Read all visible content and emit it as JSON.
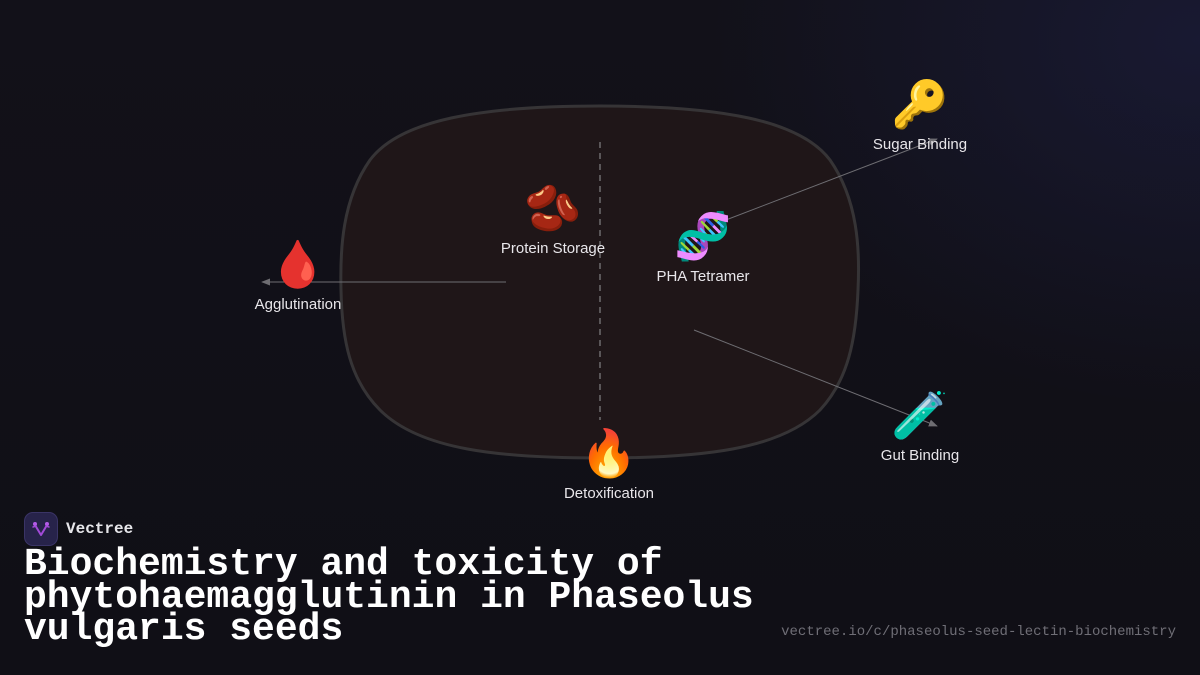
{
  "diagram": {
    "center_node": {
      "shape": "rounded-blob",
      "fill": "#1f1618",
      "stroke": "#363436"
    },
    "nodes": [
      {
        "id": "protein-storage",
        "icon": "beans-icon",
        "emoji": "🫘",
        "label": "Protein Storage"
      },
      {
        "id": "pha-tetramer",
        "icon": "dna-icon",
        "emoji": "🧬",
        "label": "PHA Tetramer"
      },
      {
        "id": "agglutination",
        "icon": "drop-of-blood-icon",
        "emoji": "🩸",
        "label": "Agglutination"
      },
      {
        "id": "sugar-binding",
        "icon": "key-icon",
        "emoji": "🔑",
        "label": "Sugar Binding"
      },
      {
        "id": "gut-binding",
        "icon": "test-tube-icon",
        "emoji": "🧪",
        "label": "Gut Binding"
      },
      {
        "id": "detoxification",
        "icon": "fire-icon",
        "emoji": "🔥",
        "label": "Detoxification"
      }
    ],
    "edges": [
      {
        "from": "protein-storage",
        "to": "agglutination",
        "arrow": true
      },
      {
        "from": "pha-tetramer",
        "to": "sugar-binding",
        "arrow": true
      },
      {
        "from": "pha-tetramer",
        "to": "gut-binding",
        "arrow": true
      }
    ],
    "divider": {
      "style": "dashed",
      "orientation": "vertical"
    }
  },
  "brand": {
    "name": "Vectree",
    "logo_icon": "vectree-logo-icon",
    "accent": "#a24ad8"
  },
  "title": "Biochemistry and toxicity of phytohaemagglutinin in Phaseolus vulgaris seeds",
  "url": "vectree.io/c/phaseolus-seed-lectin-biochemistry"
}
